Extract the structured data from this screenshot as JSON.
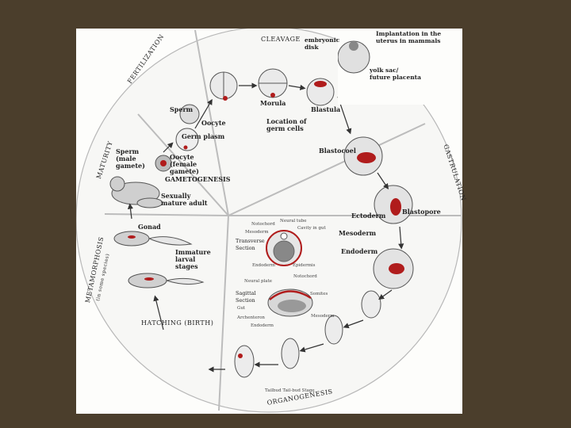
{
  "stages": {
    "cleavage": "CLEAVAGE",
    "fertilization": "FERTILIZATION",
    "maturity": "MATURITY",
    "metamorphosis": "METAMORPHOSIS",
    "metamorphosis_sub": "(in some species)",
    "hatching": "HATCHING (BIRTH)",
    "organogenesis": "ORGANOGENESIS",
    "gastrulation": "GASTRULATION",
    "gametogenesis": "GAMETOGENESIS"
  },
  "labels": {
    "sperm_top": "Sperm",
    "oocyte_top": "Oocyte",
    "germ_plasm": "Germ plasm",
    "morula": "Morula",
    "blastula": "Blastula",
    "location_germ": "Location of\ngerm cells",
    "blastocoel": "Blastocoel",
    "blastopore": "Blastopore",
    "ectoderm": "Ectoderm",
    "mesoderm": "Mesoderm",
    "endoderm": "Endoderm",
    "sperm_male": "Sperm\n(male\ngamete)",
    "oocyte_female": "Oocyte\n(female\ngamete)",
    "sexually_mature": "Sexually\nmature adult",
    "gonad": "Gonad",
    "immature_larval": "Immature\nlarval\nstages",
    "transverse": "Transverse\nSection",
    "sagittal": "Sagittal\nSection",
    "notochord": "Notochord",
    "neural_tube": "Neural tube",
    "mesoderm_small": "Mesoderm",
    "coelom": "Cavity in gut",
    "endoderm_small": "Endoderm",
    "epidermis": "Epidermis",
    "neural_plate": "Neural plate",
    "somites": "Somites",
    "notochord2": "Notochord",
    "gut": "Gut",
    "archenteron": "Archenteron",
    "mesoderm2": "Mesoderm",
    "tailbud": "Tailbud Tail-bud Stage",
    "endoderm2": "Endoderm"
  },
  "inset": {
    "implantation": "Implantation in the\nuterus in mammals",
    "embryonic_disk": "embryonic\ndisk",
    "yolk_sac": "yolk sac/\nfuture placenta"
  },
  "colors": {
    "background": "#4b3e2c",
    "germ": "#b01c1c",
    "line": "#8a8a8a"
  }
}
